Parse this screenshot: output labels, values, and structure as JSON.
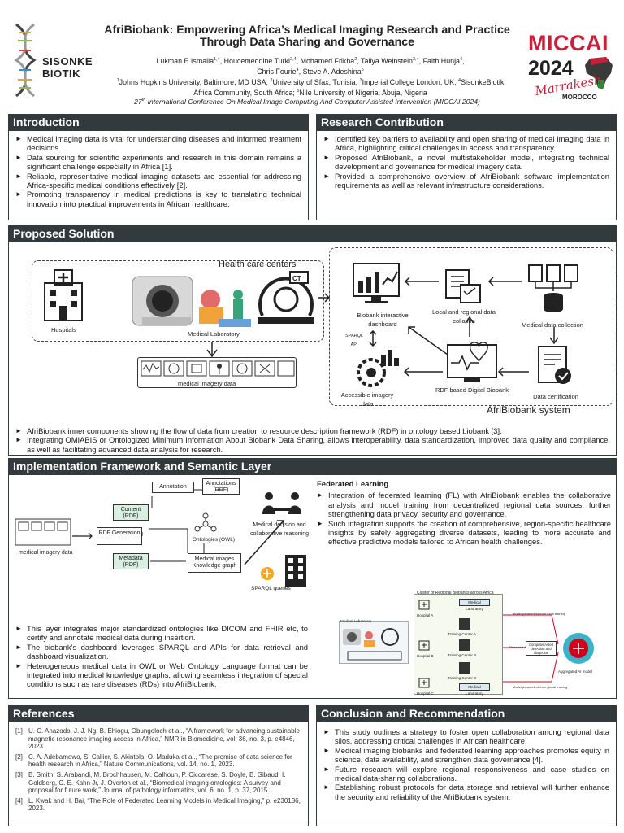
{
  "header": {
    "logo_line1": "SISONKE",
    "logo_line2": "BIOTIK",
    "title_line1": "AfriBiobank: Empowering Africa’s Medical Imaging Research and Practice",
    "title_line2": "Through Data Sharing and Governance",
    "authors": {
      "a1": "Lukman E Ismaila",
      "a1_sup": "1,4",
      "a2": ", Houcemeddine Turki",
      "a2_sup": "2,4",
      "a3": ", Mohamed Frikha",
      "a3_sup": "2",
      "a4": ", Taliya Weinstein",
      "a4_sup": "3,4",
      "a5": ", Faith Hunja",
      "a5_sup": "4",
      "a6": "Chris Fourie",
      "a6_sup": "4",
      "a7": ", Steve A. Adeshina",
      "a7_sup": "5"
    },
    "affiliations": {
      "s1": "1",
      "t1": "Johns Hopkins University, Baltimore, MD USA; ",
      "s2": "2",
      "t2": "University of Sfax, Tunisia; ",
      "s3": "3",
      "t3": "Imperial College London, UK; ",
      "s4": "4",
      "t4": "SisonkeBiotik",
      "t4b": "Africa Community, South Africa; ",
      "s5": "5",
      "t5": "Nile University of Nigeria, Abuja, Nigeria"
    },
    "conference_num": "27",
    "conference_sup": "th",
    "conference_text": " International Conference On Medical Image Computing And Computer Assisted Intervention (MICCAI 2024)",
    "miccai_word": "MICCAI",
    "miccai_year": "2024",
    "miccai_city": "Marrakesh",
    "miccai_country": "MOROCCO"
  },
  "introduction": {
    "heading": "Introduction",
    "bullets": [
      "Medical imaging data is vital for understanding diseases and informed treatment decisions.",
      "Data sourcing for scientific experiments and research in this domain remains a significant challenge especially in Africa [1].",
      "Reliable, representative medical imaging datasets are essential for addressing Africa-specific medical conditions effectively [2].",
      "Promoting transparency in medical predictions is key to translating technical innovation into practical improvements in African healthcare."
    ]
  },
  "contribution": {
    "heading": "Research Contribution",
    "bullets": [
      "Identified key barriers to availability and open sharing of medical imaging data in Africa, highlighting critical challenges in access and transparency.",
      "Proposed AfriBiobank, a novel multistakeholder model, integrating technical development and governance for medical imagery data.",
      "Provided a comprehensive overview of AfriBiobank software implementation requirements as well as relevant infrastructure considerations."
    ]
  },
  "solution": {
    "heading": "Proposed Solution",
    "fig": {
      "health_centers": "Health care centers",
      "hospitals": "Hospitals",
      "medical_laboratory": "Medical Laboratory",
      "medical_imagery_data": "medical imagery data",
      "biobank_dashboard": "Biobank interactive dashboard",
      "local_regional": "Local and regional data collation",
      "medical_data_collection": "Medical data collection",
      "sparql_api": "SPARQL API",
      "rdf_digital_biobank": "RDF based Digital Biobank",
      "accessible_imagery": "Accessible imagery data",
      "data_certification": "Data certification",
      "afribiobank_system": "AfriBiobank system",
      "ct_label": "CT"
    },
    "bullets": [
      "AfriBiobank inner components showing the flow of data from creation to resource description framework (RDF) in ontology based biobank [3].",
      "Integrating OMIABIS or Ontologized Minimum Information About Biobank Data Sharing, allows interoperability, data standardization, improved data quality and compliance, as well as facilitating advanced data analysis for research."
    ]
  },
  "implementation": {
    "heading": "Implementation Framework and Semantic Layer",
    "fig": {
      "annotation": "Annotation",
      "annotations_rdf": "Annotations (RDF)",
      "content_rdf": "Content (RDF)",
      "rdf_generation": "RDF Generation",
      "ontologies_owl": "Ontologies (OWL)",
      "metadata_rdf": "Metadata (RDF)",
      "knowledge_graph": "Medical images Knowledge graph",
      "medical_decision": "Medical decision and collaborative reasoning",
      "sparql_queries": "SPARQL queries",
      "imagery_data": "medical imagery data"
    },
    "bullets": [
      "This layer integrates major standardized ontologies like DICOM and FHIR etc, to certify and annotate medical data during insertion.",
      "The biobank’s dashboard leverages SPARQL and APIs for data retrieval and dashboard visualization.",
      "Heterogeneous medical data in OWL or Web Ontology Language format can be integrated into medical knowledge graphs, allowing seamless integration of special conditions such as rare diseases (RDs) into AfriBiobank."
    ],
    "fl_heading": "Federated Learning",
    "fl_bullets": [
      "Integration of federated learning (FL) with AfriBiobank enables the collaborative analysis and model training from decentralized regional data sources, further strengthening data privacy, security and governance.",
      "Such integration supports the creation of comprehensive, region-specific healthcare insights by safely aggregating diverse datasets, leading to more accurate and effective predictive models tailored to African health challenges."
    ],
    "fl_fig": {
      "cluster_title": "Cluster of Regional Biobanks across Africa",
      "hospital_a": "Hospital A",
      "hospital_b": "Hospital B",
      "hospital_c": "Hospital C",
      "medical_laboratory": "Medical Laboratory",
      "training_center_a": "Training Center A",
      "training_center_b": "Training Center B",
      "training_center_c": "Training Center C",
      "model_params_local": "model parameters from local training",
      "aggregated_model": "Aggregated AI model",
      "model_params_global": "Model parameters from global training",
      "cad_label": "Computer Aided detection and diagnosis",
      "protected_access": "Protected Access",
      "lab_label": "Medical Laboratory"
    }
  },
  "references": {
    "heading": "References",
    "items": [
      {
        "num": "[1]",
        "text": "U. C. Anazodo, J. J. Ng, B. Ehiogu, Obungoloch et al., “A framework for advancing sustainable magnetic resonance imaging access in Africa,” NMR in Biomedicine, vol. 36, no. 3, p. e4846, 2023."
      },
      {
        "num": "[2]",
        "text": "C. A. Adebamowo, S. Callier, S. Akintola, O. Maduka et al., “The promise of data science for health research in Africa,” Nature Communications, vol. 14, no. 1, 2023."
      },
      {
        "num": "[3]",
        "text": "B. Smith, S. Arabandi, M. Brochhausen, M. Calhoun, P. Ciccarese, S. Doyle, B. Gibaud, I. Goldberg, C. E. Kahn Jr, J. Overton et al., “Biomedical imaging ontologies: A survey and proposal for future work,” Journal of pathology informatics, vol. 6, no. 1, p. 37, 2015."
      },
      {
        "num": "[4]",
        "text": "L. Kwak and H. Bai, “The Role of Federated Learning Models in Medical Imaging,” p. e230136, 2023."
      }
    ]
  },
  "conclusion": {
    "heading": "Conclusion and Recommendation",
    "bullets": [
      "This study outlines a strategy to foster open collaboration among regional data silos, addressing critical challenges in African healthcare.",
      "Medical imaging biobanks and federated learning approaches promotes equity in science, data availability, and strengthen data governance [4].",
      "Future research will explore regional responsiveness and case studies on medical data-sharing collaborations.",
      "Establishing robust protocols for data storage and retrieval will further enhance the security and reliability of the AfriBiobank system."
    ]
  }
}
